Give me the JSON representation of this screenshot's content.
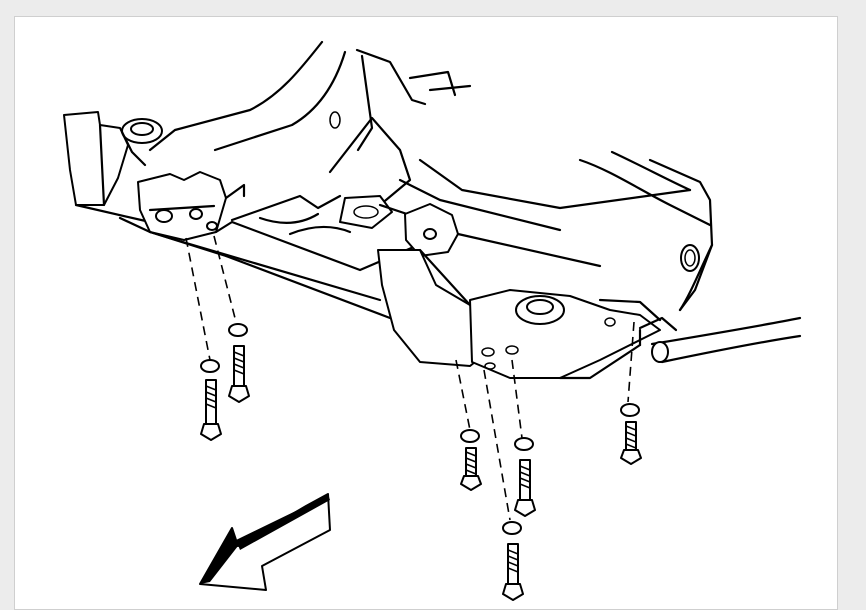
{
  "figure": {
    "subject": "front-suspension-crossmember-fastener-diagram",
    "icons": [
      "crossmember",
      "bolt-with-washer",
      "direction-arrow"
    ],
    "colors": {
      "line": "#000000",
      "paper": "#ffffff",
      "page": "#ececec",
      "border": "#cfcfcf"
    }
  }
}
